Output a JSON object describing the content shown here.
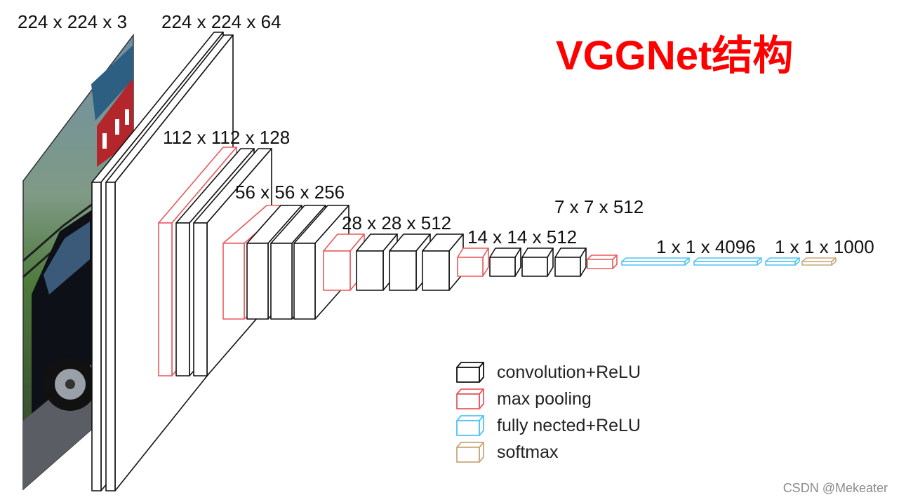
{
  "title": "VGGNet结构",
  "colors": {
    "conv": "#111111",
    "pool": "#e8595e",
    "fc": "#4fc3f7",
    "softmax": "#c9a77a",
    "title": "#ff0000"
  },
  "image_alt": "input-car-photo",
  "labels": [
    "224 x 224 x 3",
    "224 x 224 x 64",
    "112 x 112 x 128",
    "56 x 56 x 256",
    "28 x 28 x 512",
    "14 x 14 x 512",
    "7 x 7 x 512",
    "1 x 1 x 4096",
    "1 x 1 x 1000"
  ],
  "layers": [
    {
      "type": "conv",
      "stage": "224"
    },
    {
      "type": "conv",
      "stage": "224"
    },
    {
      "type": "pool",
      "stage": "112"
    },
    {
      "type": "conv",
      "stage": "112"
    },
    {
      "type": "conv",
      "stage": "112"
    },
    {
      "type": "pool",
      "stage": "56"
    },
    {
      "type": "conv",
      "stage": "56"
    },
    {
      "type": "conv",
      "stage": "56"
    },
    {
      "type": "conv",
      "stage": "56"
    },
    {
      "type": "pool",
      "stage": "28"
    },
    {
      "type": "conv",
      "stage": "28"
    },
    {
      "type": "conv",
      "stage": "28"
    },
    {
      "type": "conv",
      "stage": "28"
    },
    {
      "type": "pool",
      "stage": "14"
    },
    {
      "type": "conv",
      "stage": "14"
    },
    {
      "type": "conv",
      "stage": "14"
    },
    {
      "type": "conv",
      "stage": "14"
    },
    {
      "type": "pool",
      "stage": "7"
    },
    {
      "type": "fc",
      "stage": "4096"
    },
    {
      "type": "fc",
      "stage": "4096"
    },
    {
      "type": "fc",
      "stage": "1000"
    },
    {
      "type": "softmax",
      "stage": "1000"
    }
  ],
  "legend": [
    {
      "type": "conv",
      "label": "convolution+ReLU"
    },
    {
      "type": "pool",
      "label": "max pooling"
    },
    {
      "type": "fc",
      "label": "fully nected+ReLU"
    },
    {
      "type": "softmax",
      "label": "softmax"
    }
  ],
  "watermark": "CSDN @Mekeater"
}
